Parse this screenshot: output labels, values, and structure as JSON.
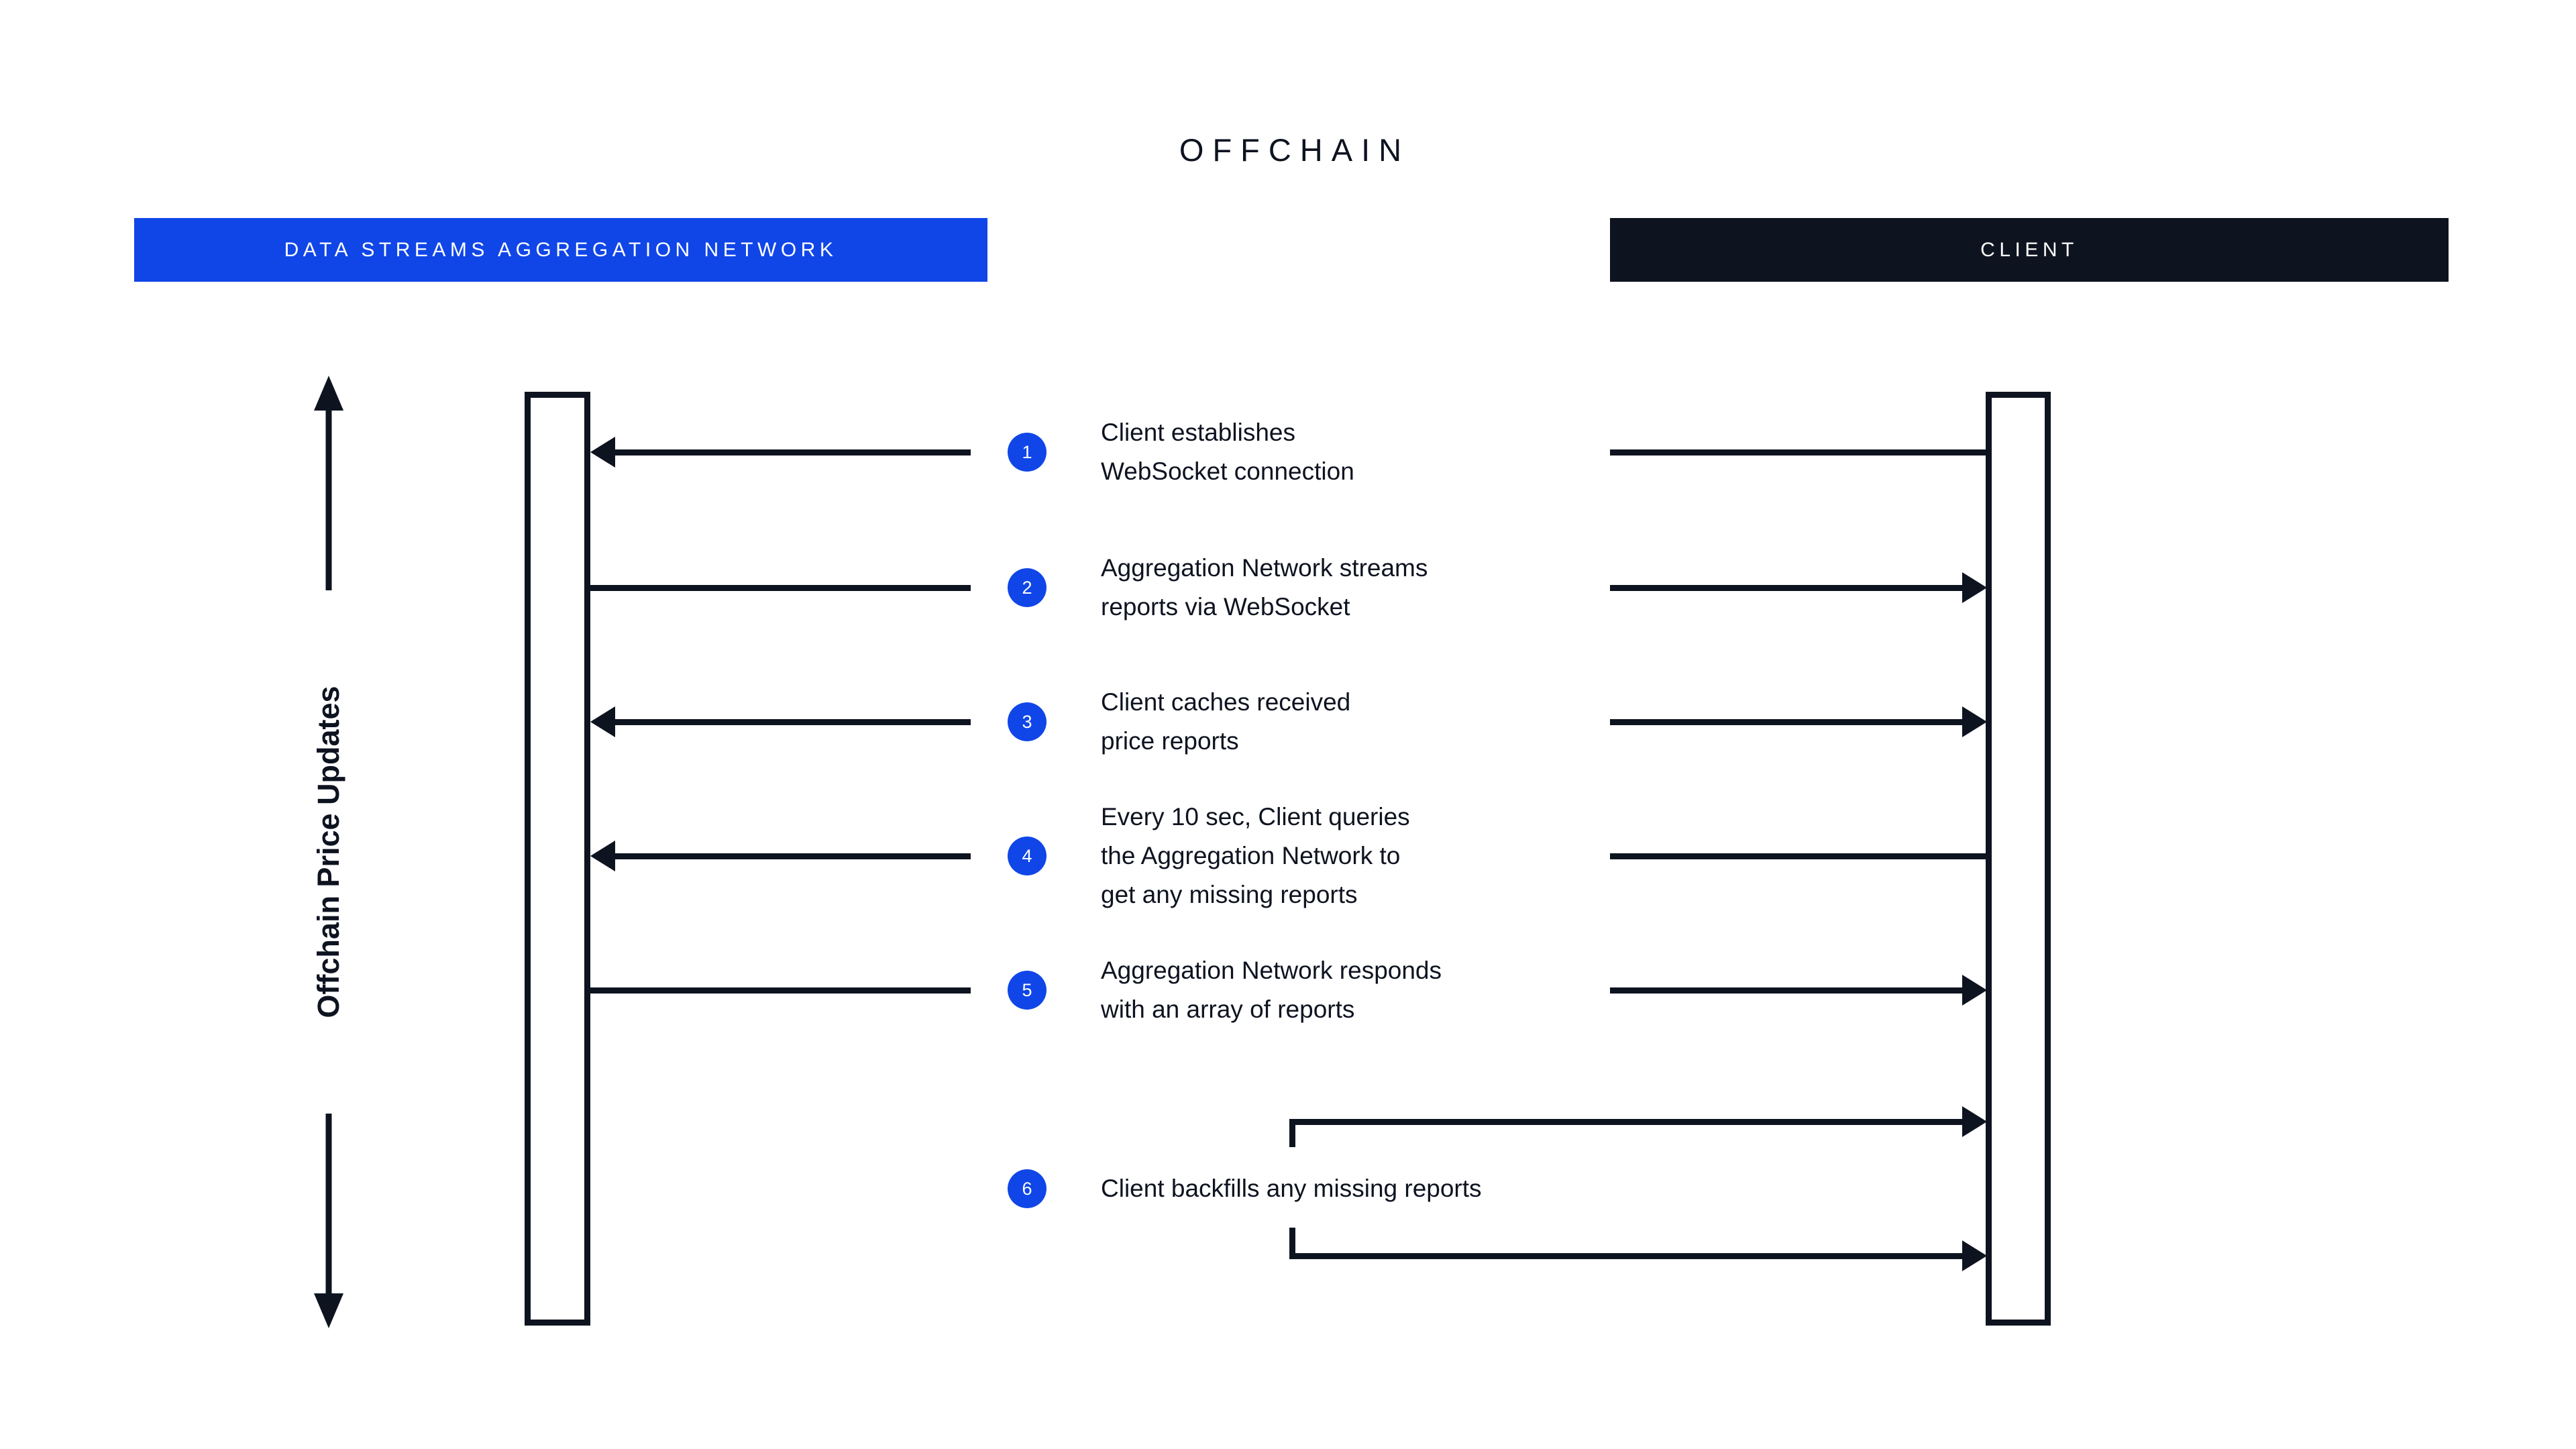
{
  "diagram": {
    "title": "OFFCHAIN",
    "axis_label": "Offchain Price Updates",
    "colors": {
      "accent_blue": "#1046E8",
      "dark_navy": "#0E1320",
      "background": "#FFFFFF"
    },
    "actors": [
      {
        "id": "aggregation-network",
        "label": "DATA STREAMS AGGREGATION NETWORK",
        "bar_color": "#1046E8"
      },
      {
        "id": "client",
        "label": "CLIENT",
        "bar_color": "#0E1320"
      }
    ],
    "steps": [
      {
        "number": "1",
        "text": "Client establishes\nWebSocket connection",
        "left_arrow": "left",
        "right_arrow": "none"
      },
      {
        "number": "2",
        "text": "Aggregation Network streams\nreports via WebSocket",
        "left_arrow": "none",
        "right_arrow": "right"
      },
      {
        "number": "3",
        "text": "Client caches received\nprice reports",
        "left_arrow": "left",
        "right_arrow": "right"
      },
      {
        "number": "4",
        "text": "Every 10 sec, Client queries\nthe Aggregation Network to\nget any missing reports",
        "left_arrow": "left",
        "right_arrow": "none"
      },
      {
        "number": "5",
        "text": "Aggregation Network responds\nwith an array of reports",
        "left_arrow": "none",
        "right_arrow": "right"
      },
      {
        "number": "6",
        "text": "Client backfills any missing reports",
        "left_arrow": "none",
        "right_arrow": "self-loop"
      }
    ]
  }
}
